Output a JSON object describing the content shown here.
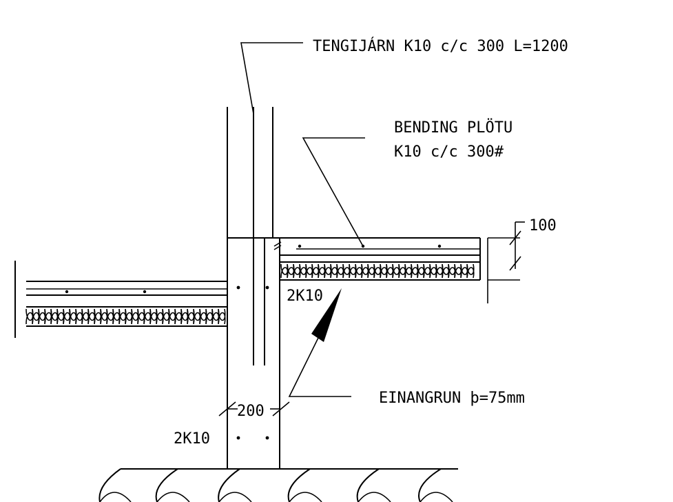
{
  "labels": {
    "tie_bars": "TENGIJÁRN K10 c/c 300 L=1200",
    "slab_reinf_line1": "BENDING PLÖTU",
    "slab_reinf_line2": "K10 c/c 300#",
    "slab_thickness": "100",
    "insulation": "EINANGRUN þ=75mm",
    "wall_thickness": "200",
    "bars_top": "2K10",
    "bars_bottom": "2K10"
  },
  "colors": {
    "ink": "#000000",
    "paper": "#ffffff"
  }
}
